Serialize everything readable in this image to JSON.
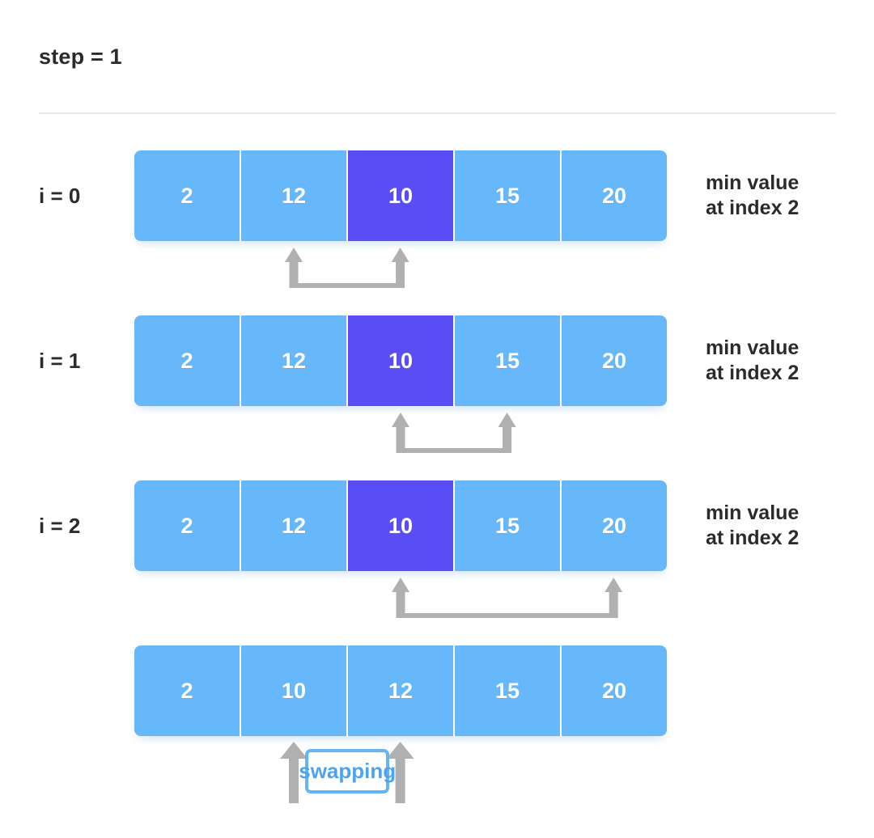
{
  "header": {
    "title": "step = 1"
  },
  "colors": {
    "cell": "#67b8fa",
    "highlight": "#5a4df5",
    "text_dark": "#2b2b2b",
    "arrow_gray": "#b0b0b0",
    "swap_blue": "#64b5f6",
    "divider": "#e8e8e8"
  },
  "rows": [
    {
      "label": "i = 0",
      "values": [
        "2",
        "12",
        "10",
        "15",
        "20"
      ],
      "highlight_index": 2,
      "note": "min value\nat index 2",
      "connector": {
        "from_index": 1,
        "to_index": 2
      }
    },
    {
      "label": "i = 1",
      "values": [
        "2",
        "12",
        "10",
        "15",
        "20"
      ],
      "highlight_index": 2,
      "note": "min value\nat index 2",
      "connector": {
        "from_index": 2,
        "to_index": 3
      }
    },
    {
      "label": "i = 2",
      "values": [
        "2",
        "12",
        "10",
        "15",
        "20"
      ],
      "highlight_index": 2,
      "note": "min value\nat index 2",
      "connector": {
        "from_index": 2,
        "to_index": 4
      }
    }
  ],
  "result_row": {
    "label": "",
    "values": [
      "2",
      "10",
      "12",
      "15",
      "20"
    ],
    "highlight_index": -1,
    "note": ""
  },
  "swap": {
    "label": "swapping",
    "left_index": 1,
    "right_index": 2
  }
}
